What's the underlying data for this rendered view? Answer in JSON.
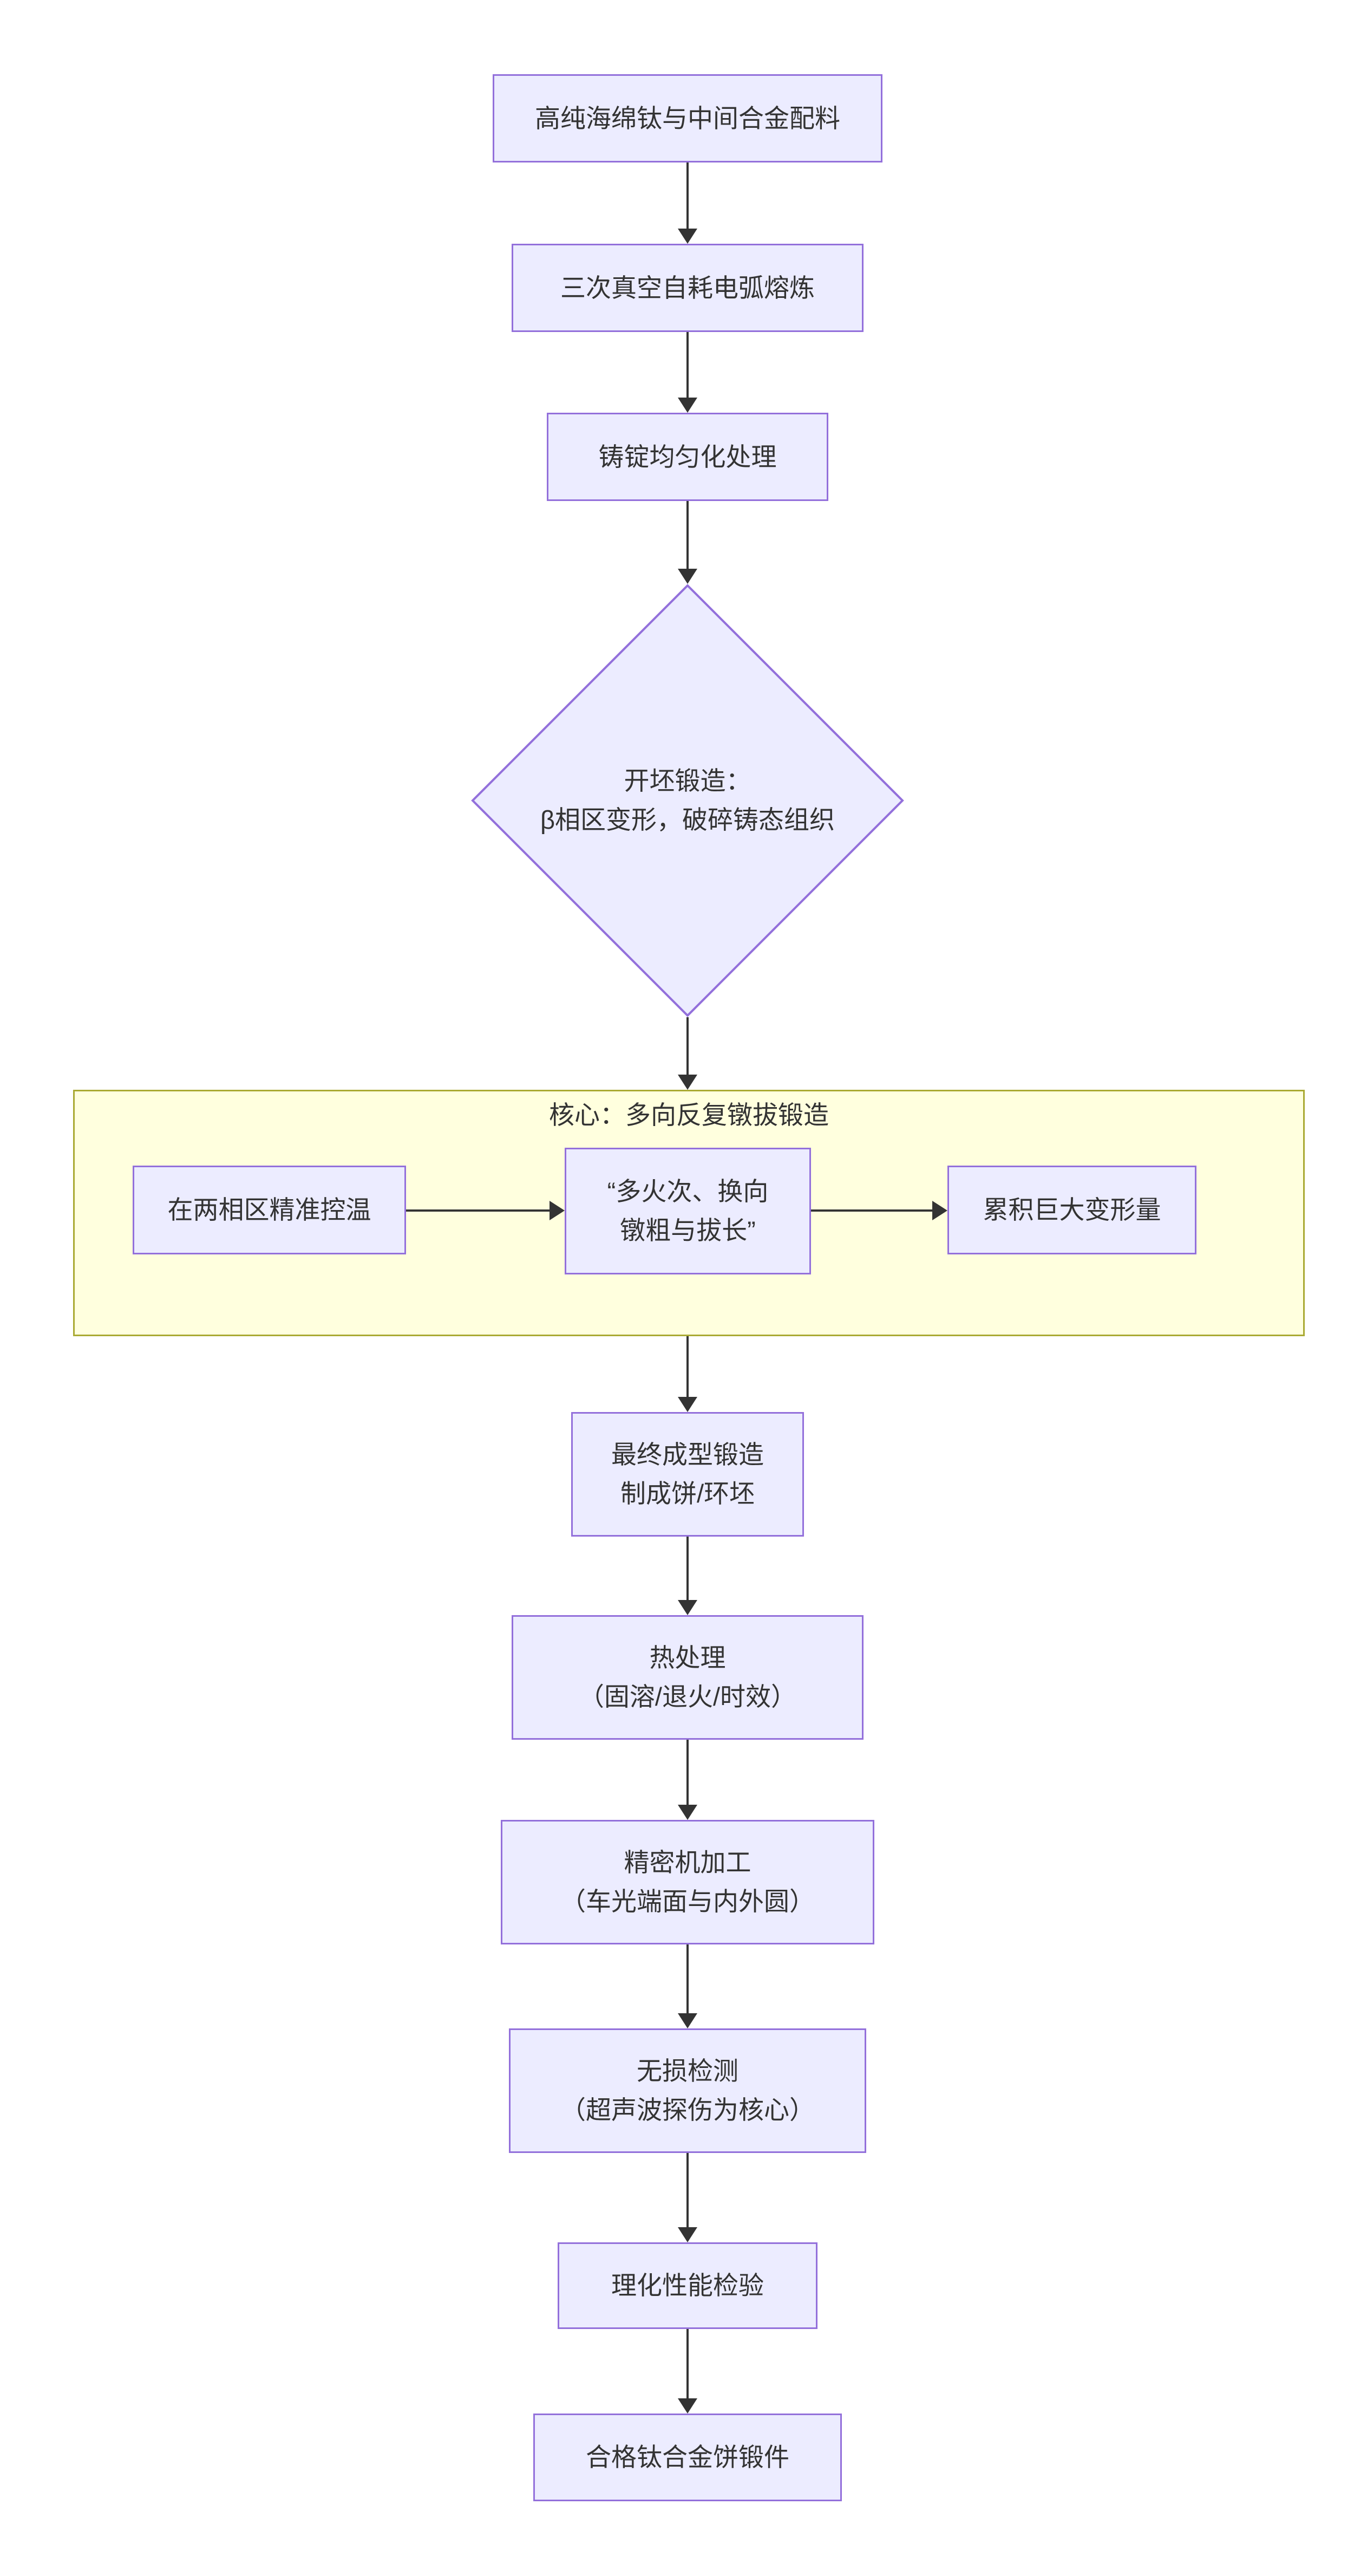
{
  "colors": {
    "node_fill": "#ECECFF",
    "node_border": "#9370DB",
    "cluster_fill": "#FFFFDE",
    "cluster_border": "#AAAA33",
    "edge": "#333333",
    "text": "#333333",
    "background": "#FFFFFF"
  },
  "diagram": {
    "type": "flowchart-top-down",
    "nodes": {
      "raw": {
        "label": "高纯海绵钛与中间合金配料"
      },
      "melt": {
        "label": "三次真空自耗电弧熔炼"
      },
      "homog": {
        "label": "铸锭均匀化处理"
      },
      "cogging": {
        "line1": "开坯锻造：",
        "line2": "β相区变形，破碎铸态组织"
      },
      "final": {
        "line1": "最终成型锻造",
        "line2": "制成饼/环坯"
      },
      "heat": {
        "line1": "热处理",
        "line2": "（固溶/退火/时效）"
      },
      "machining": {
        "line1": "精密机加工",
        "line2": "（车光端面与内外圆）"
      },
      "ndt": {
        "line1": "无损检测",
        "line2": "（超声波探伤为核心）"
      },
      "property": {
        "label": "理化性能检验"
      },
      "qualified": {
        "label": "合格钛合金饼锻件"
      }
    },
    "cluster": {
      "title": "核心：多向反复镦拔锻造",
      "temp": {
        "label": "在两相区精准控温"
      },
      "multiheat": {
        "line1": "“多火次、换向",
        "line2": "镦粗与拔长”"
      },
      "strain": {
        "label": "累积巨大变形量"
      }
    },
    "edges": [
      "raw->melt",
      "melt->homog",
      "homog->cogging",
      "cogging->cluster",
      "temp->multiheat",
      "multiheat->strain",
      "cluster->final",
      "final->heat",
      "heat->machining",
      "machining->ndt",
      "ndt->property",
      "property->qualified"
    ]
  }
}
